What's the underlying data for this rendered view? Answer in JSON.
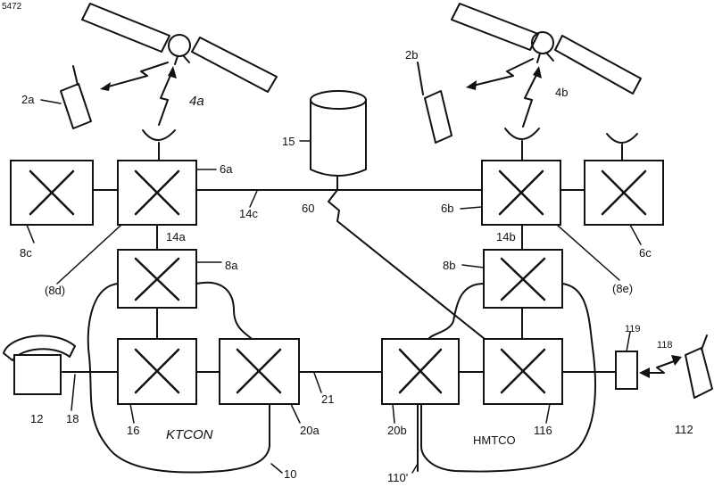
{
  "page_number": "5472",
  "satellites": [
    {
      "label": "4a"
    },
    {
      "label": "4b"
    }
  ],
  "mobiles": [
    {
      "label": "2a"
    },
    {
      "label": "2b"
    },
    {
      "label": "112"
    }
  ],
  "database": {
    "label": "15"
  },
  "switches": [
    {
      "id": "8c",
      "label": "8c"
    },
    {
      "id": "6a",
      "label": "6a"
    },
    {
      "id": "8a",
      "label": "8a"
    },
    {
      "id": "16",
      "label": "16"
    },
    {
      "id": "20a",
      "label": "20a"
    },
    {
      "id": "20b",
      "label": "20b"
    },
    {
      "id": "116",
      "label": "116"
    },
    {
      "id": "8b",
      "label": "8b"
    },
    {
      "id": "6b",
      "label": "6b"
    },
    {
      "id": "6c",
      "label": "6c"
    }
  ],
  "links": {
    "l14c": "14c",
    "l14a": "14a",
    "l14b": "14b",
    "l60": "60",
    "l21": "21",
    "l18": "18",
    "l10": "10",
    "l110": "110'",
    "l118": "118",
    "l8d": "(8d)",
    "l8e": "(8e)"
  },
  "terminals": {
    "phone": "12",
    "base119": "119"
  },
  "regions": {
    "left": "KTCON",
    "right": "HMTCO"
  }
}
